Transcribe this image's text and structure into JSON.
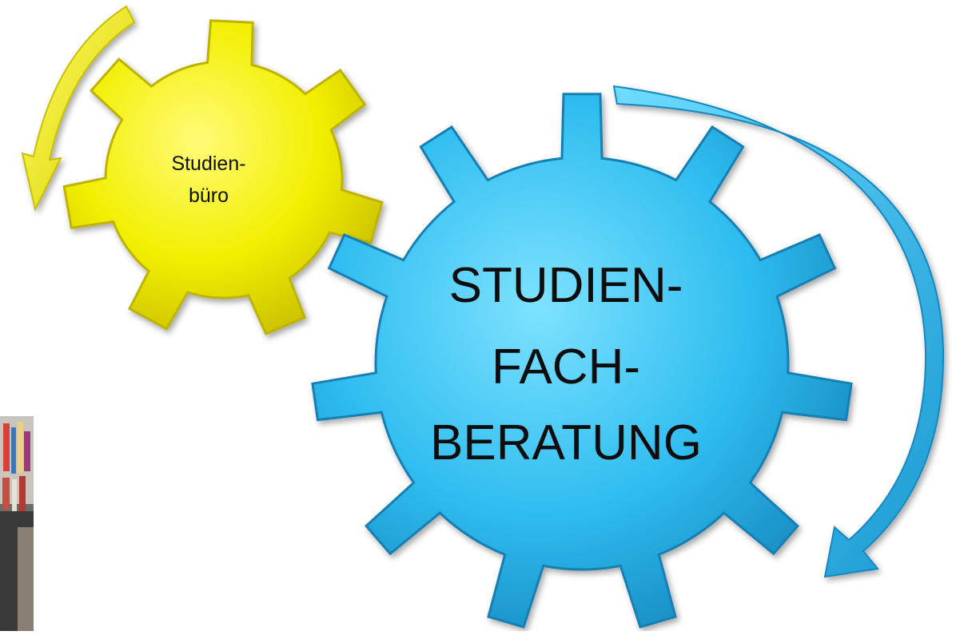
{
  "diagram": {
    "small_gear": {
      "label_lines": [
        "Studien-",
        "büro"
      ],
      "color": "#f2f200"
    },
    "large_gear": {
      "label_lines": [
        "STUDIEN-",
        "FACH-",
        "BERATUNG"
      ],
      "color": "#29b8ec"
    },
    "arrows": [
      {
        "color": "#f2f200",
        "direction": "counter-clockwise"
      },
      {
        "color": "#29b8ec",
        "direction": "clockwise"
      }
    ],
    "photo": {
      "description_icon": "person-photo-fragment"
    }
  }
}
